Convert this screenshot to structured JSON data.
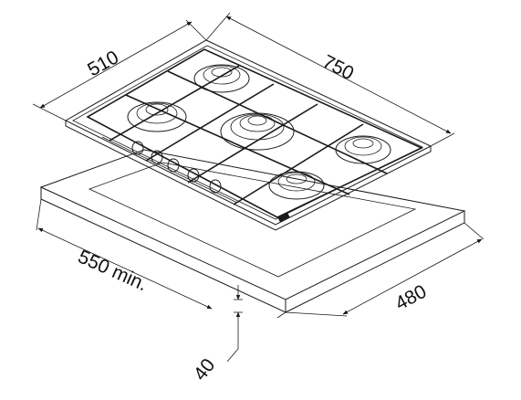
{
  "dimensions": {
    "width": "750",
    "depth": "510",
    "cutout_width": "550 min.",
    "cutout_depth": "480",
    "thickness": "40"
  }
}
